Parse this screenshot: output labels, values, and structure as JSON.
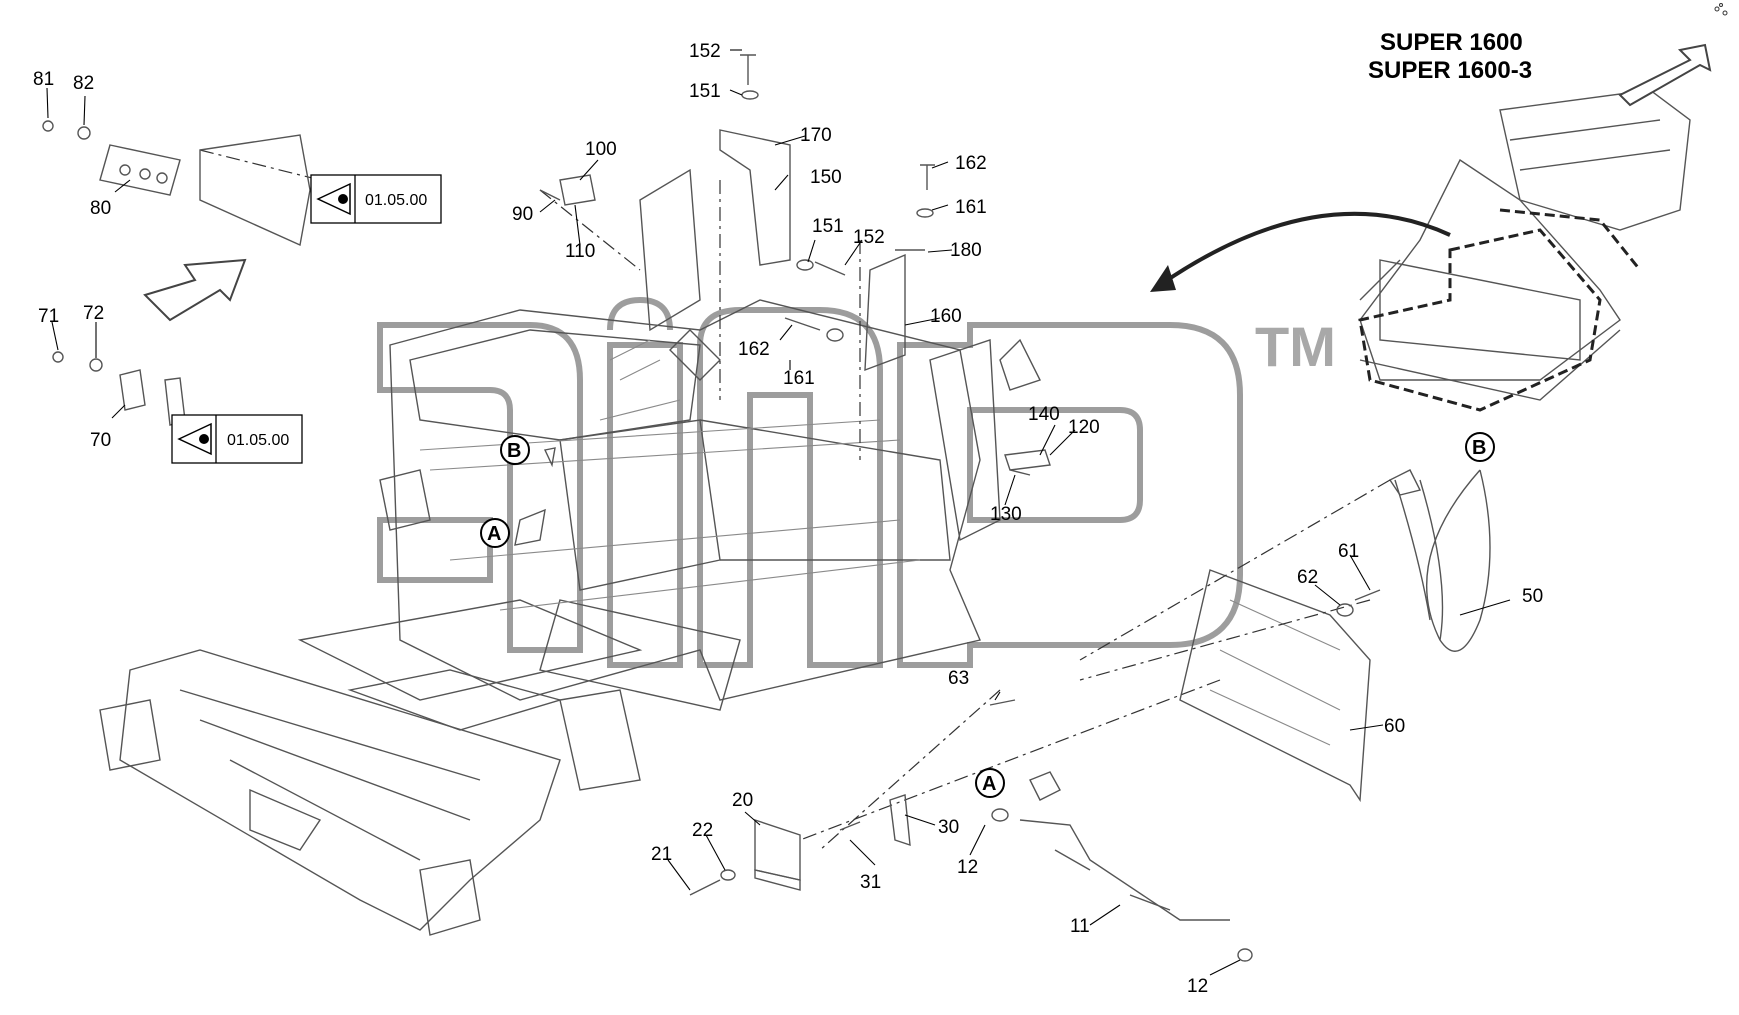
{
  "title": {
    "line1": "SUPER 1600",
    "line2": "SUPER 1600-3"
  },
  "watermark": {
    "text": "anp",
    "tm": "TM"
  },
  "references": [
    {
      "id": "ref-top",
      "text": "01.05.00"
    },
    {
      "id": "ref-bottom",
      "text": "01.05.00"
    }
  ],
  "detail_markers": {
    "a": "A",
    "b": "B"
  },
  "callouts": [
    {
      "id": "c81",
      "label": "81"
    },
    {
      "id": "c82",
      "label": "82"
    },
    {
      "id": "c80",
      "label": "80"
    },
    {
      "id": "c71",
      "label": "71"
    },
    {
      "id": "c72",
      "label": "72"
    },
    {
      "id": "c70",
      "label": "70"
    },
    {
      "id": "c152a",
      "label": "152"
    },
    {
      "id": "c151a",
      "label": "151"
    },
    {
      "id": "c170",
      "label": "170"
    },
    {
      "id": "c150",
      "label": "150"
    },
    {
      "id": "c100",
      "label": "100"
    },
    {
      "id": "c90",
      "label": "90"
    },
    {
      "id": "c110",
      "label": "110"
    },
    {
      "id": "c151b",
      "label": "151"
    },
    {
      "id": "c152b",
      "label": "152"
    },
    {
      "id": "c162a",
      "label": "162"
    },
    {
      "id": "c161a",
      "label": "161"
    },
    {
      "id": "c180",
      "label": "180"
    },
    {
      "id": "c160",
      "label": "160"
    },
    {
      "id": "c162b",
      "label": "162"
    },
    {
      "id": "c161b",
      "label": "161"
    },
    {
      "id": "c140",
      "label": "140"
    },
    {
      "id": "c120",
      "label": "120"
    },
    {
      "id": "c130",
      "label": "130"
    },
    {
      "id": "c61",
      "label": "61"
    },
    {
      "id": "c62",
      "label": "62"
    },
    {
      "id": "c50",
      "label": "50"
    },
    {
      "id": "c63",
      "label": "63"
    },
    {
      "id": "c60",
      "label": "60"
    },
    {
      "id": "c20",
      "label": "20"
    },
    {
      "id": "c22",
      "label": "22"
    },
    {
      "id": "c21",
      "label": "21"
    },
    {
      "id": "c30",
      "label": "30"
    },
    {
      "id": "c31",
      "label": "31"
    },
    {
      "id": "c12a",
      "label": "12"
    },
    {
      "id": "c11",
      "label": "11"
    },
    {
      "id": "c12b",
      "label": "12"
    }
  ]
}
